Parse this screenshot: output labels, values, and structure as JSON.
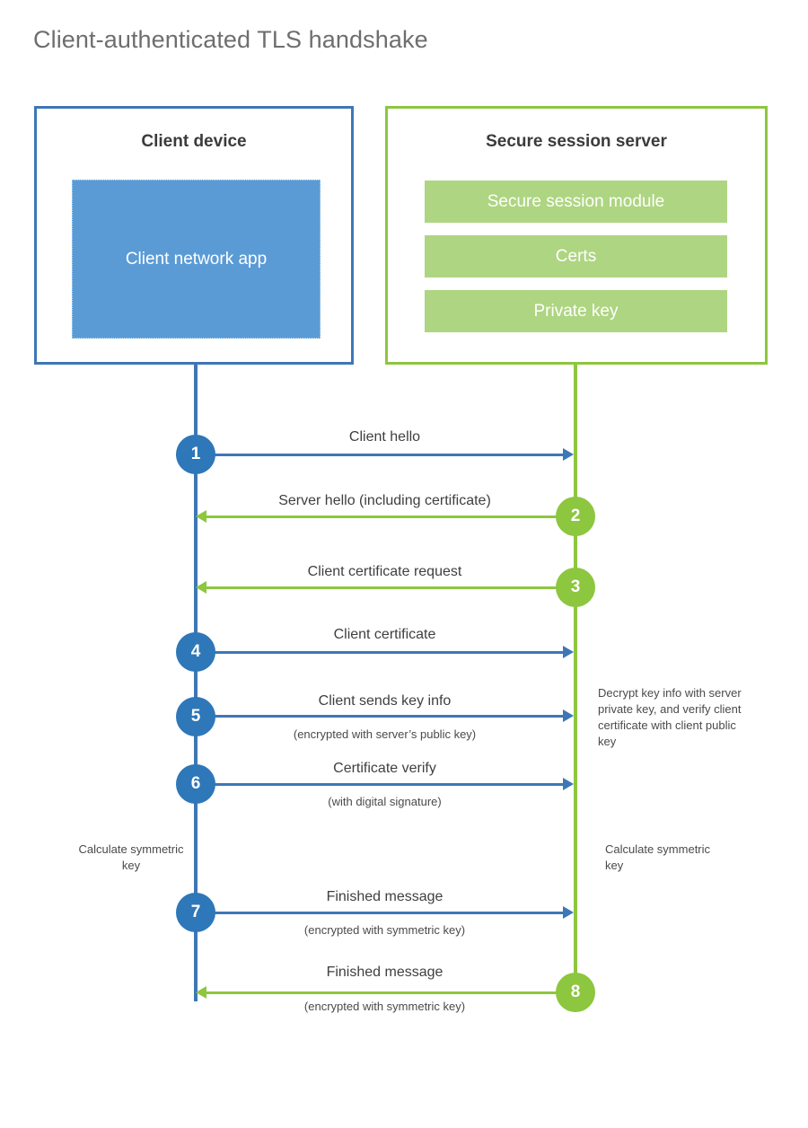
{
  "title": "Client-authenticated TLS handshake",
  "colors": {
    "client_blue": "#3e77b5",
    "client_badge_blue": "#2e77b8",
    "client_app_fill": "#5b9bd5",
    "server_green": "#8dc63f",
    "server_bar_fill": "#aed581",
    "label_text": "#3f3f3f",
    "title_text": "#6e6e6e"
  },
  "client": {
    "title": "Client device",
    "app_label": "Client network app"
  },
  "server": {
    "title": "Secure session server",
    "modules": [
      {
        "label": "Secure session module"
      },
      {
        "label": "Certs"
      },
      {
        "label": "Private key"
      }
    ]
  },
  "messages": [
    {
      "number": "1",
      "label": "Client hello",
      "sublabel": "",
      "direction": "client-to-server",
      "color": "blue"
    },
    {
      "number": "2",
      "label": "Server hello (including certificate)",
      "sublabel": "",
      "direction": "server-to-client",
      "color": "green"
    },
    {
      "number": "3",
      "label": "Client certificate request",
      "sublabel": "",
      "direction": "server-to-client",
      "color": "green"
    },
    {
      "number": "4",
      "label": "Client certificate",
      "sublabel": "",
      "direction": "client-to-server",
      "color": "blue"
    },
    {
      "number": "5",
      "label": "Client sends key info",
      "sublabel": "(encrypted with server’s public key)",
      "direction": "client-to-server",
      "color": "blue"
    },
    {
      "number": "6",
      "label": "Certificate verify",
      "sublabel": "(with digital signature)",
      "direction": "client-to-server",
      "color": "blue"
    },
    {
      "number": "7",
      "label": "Finished message",
      "sublabel": "(encrypted with symmetric key)",
      "direction": "client-to-server",
      "color": "blue"
    },
    {
      "number": "8",
      "label": "Finished message",
      "sublabel": "(encrypted with symmetric key)",
      "direction": "server-to-client",
      "color": "green"
    }
  ],
  "notes": {
    "server_decrypt": "Decrypt key info with server private key, and verify client certificate with client public key",
    "client_calculate": "Calculate symmetric key",
    "server_calculate": "Calculate symmetric key"
  }
}
